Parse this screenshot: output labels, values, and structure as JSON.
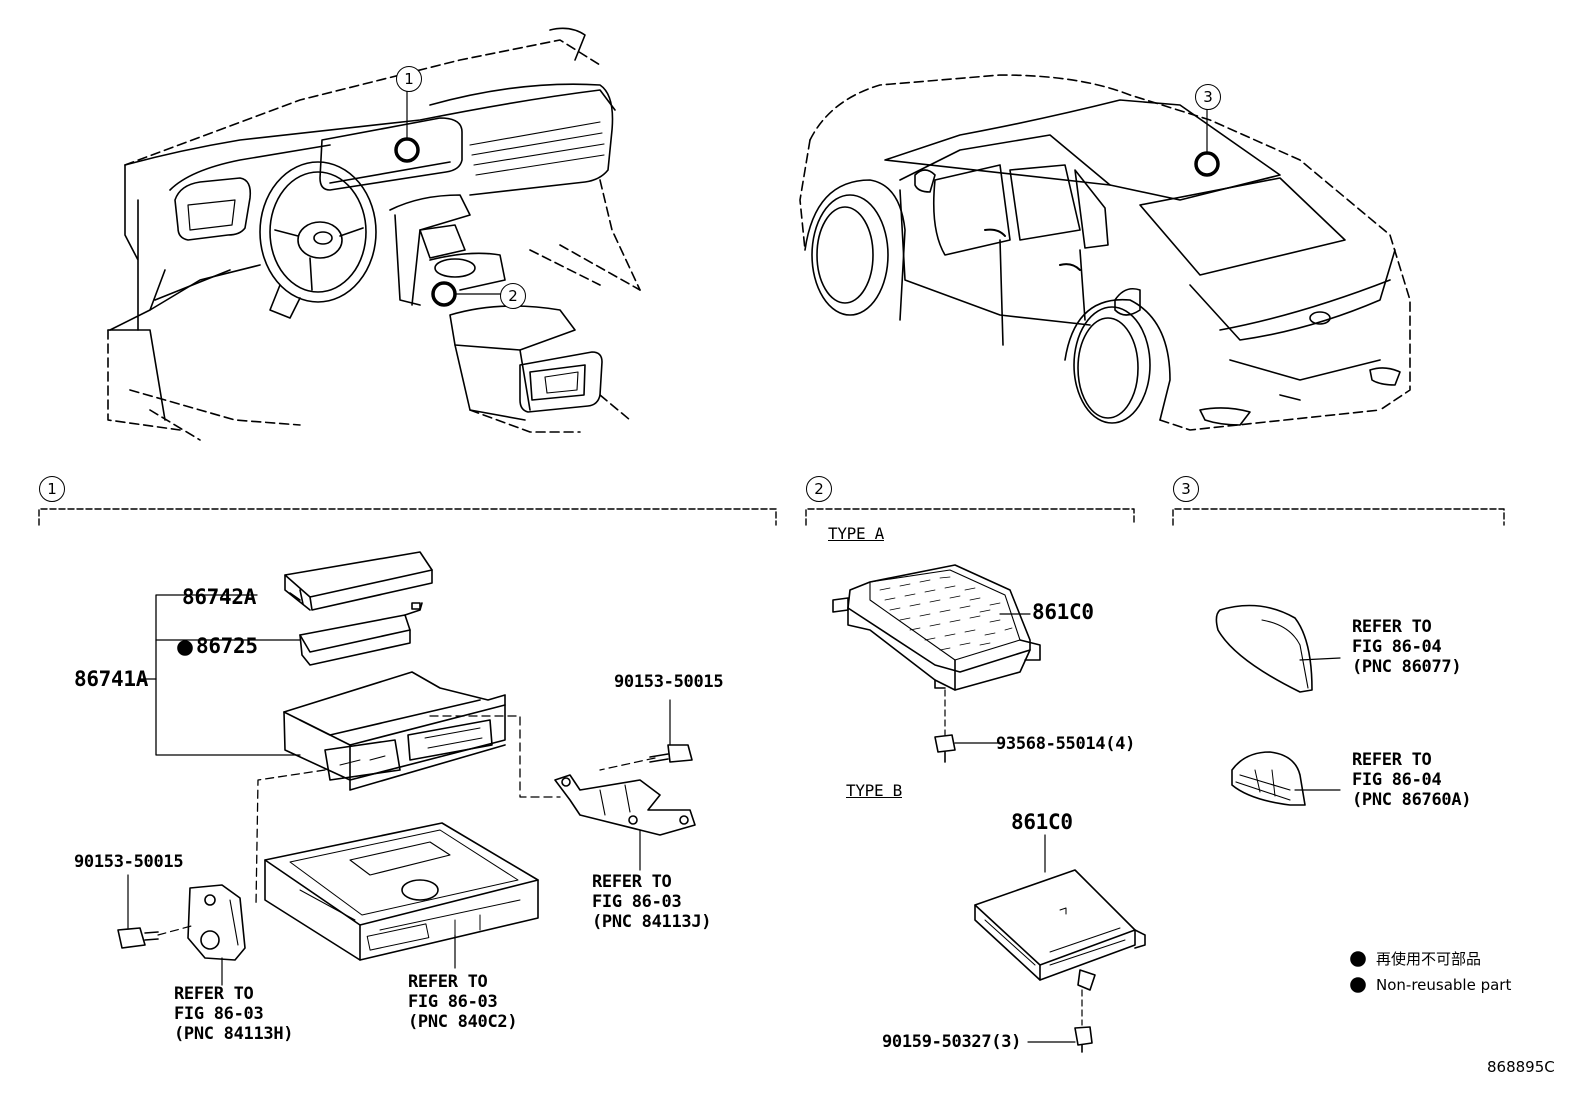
{
  "callouts": {
    "top1": "1",
    "top2": "2",
    "top3": "3",
    "sec1": "1",
    "sec2": "2",
    "sec3": "3"
  },
  "section1": {
    "part_86742a": "86742A",
    "part_86725": "86725",
    "part_86741a": "86741A",
    "bolt_right": "90153-50015",
    "bolt_left": "90153-50015",
    "ref_84113j": [
      "REFER TO",
      "FIG 86-03",
      "(PNC 84113J)"
    ],
    "ref_840c2": [
      "REFER TO",
      "FIG 86-03",
      "(PNC 840C2)"
    ],
    "ref_84113h": [
      "REFER TO",
      "FIG 86-03",
      "(PNC 84113H)"
    ]
  },
  "section2": {
    "type_a": "TYPE A",
    "type_b": "TYPE B",
    "part_a": "861C0",
    "bolt_a": "93568-55014(4)",
    "part_b": "861C0",
    "bolt_b": "90159-50327(3)"
  },
  "section3": {
    "ref_86077": [
      "REFER TO",
      "FIG 86-04",
      "(PNC 86077)"
    ],
    "ref_86760a": [
      "REFER TO",
      "FIG 86-04",
      "(PNC 86760A)"
    ]
  },
  "legend": {
    "jp": "再使用不可部品",
    "en": "Non-reusable part"
  },
  "figure_code": "868895C"
}
